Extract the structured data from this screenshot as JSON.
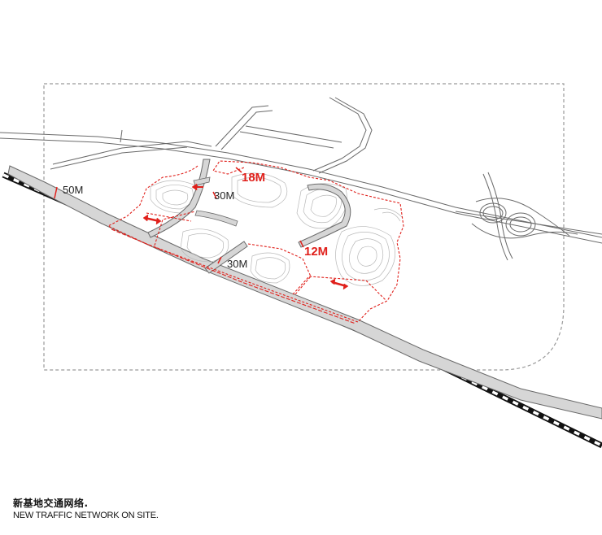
{
  "map": {
    "labels": {
      "road_50m": "50M",
      "road_30m_north": "30M",
      "road_30m_south": "30M",
      "road_18m": "18M",
      "road_12m": "12M"
    },
    "colors": {
      "road_fill": "#d6d6d6",
      "road_stroke": "#6a6a6a",
      "site_boundary": "#e0201b",
      "study_area_border": "#9a9a9a",
      "contour": "#b8b8b8",
      "rail": "#111111"
    }
  },
  "caption": {
    "title_cn": "新基地交通网络.",
    "title_en": "NEW TRAFFIC NETWORK ON SITE."
  }
}
